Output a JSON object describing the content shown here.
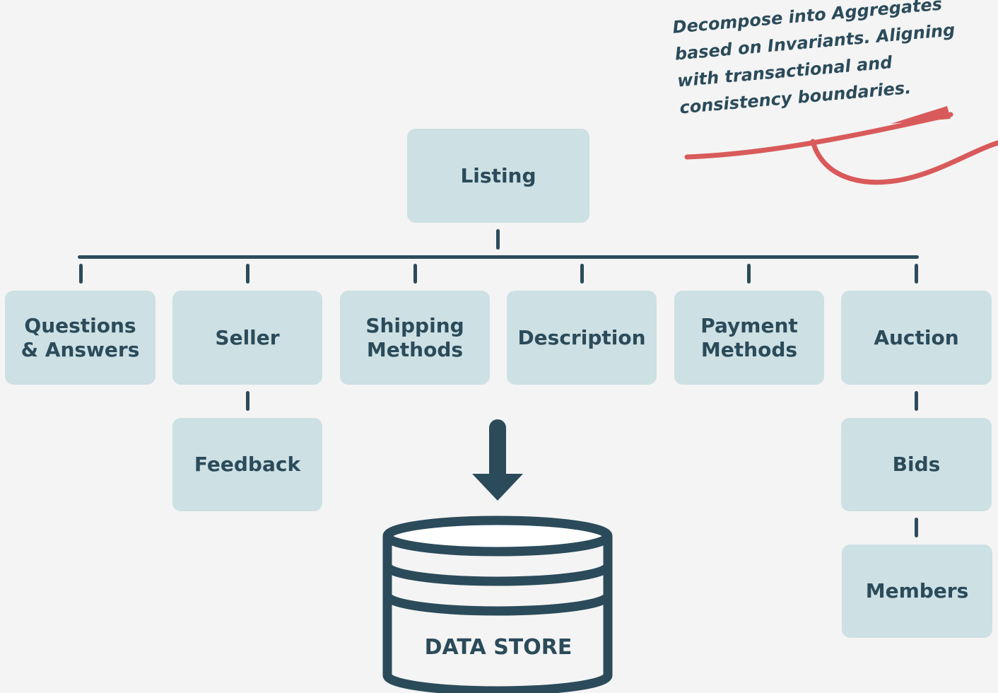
{
  "annotation": {
    "line1": "Decompose into Aggregates",
    "line2": "based on Invariants. Aligning",
    "line3": "with transactional and",
    "line4": "consistency boundaries."
  },
  "nodes": {
    "listing": "Listing",
    "qa_line1": "Questions",
    "qa_line2": "& Answers",
    "seller": "Seller",
    "shipping_line1": "Shipping",
    "shipping_line2": "Methods",
    "description": "Description",
    "payment_line1": "Payment",
    "payment_line2": "Methods",
    "auction": "Auction",
    "feedback": "Feedback",
    "bids": "Bids",
    "members": "Members"
  },
  "data_store": "DATA STORE",
  "colors": {
    "box": "#cde0e4",
    "line": "#2b4b5a",
    "accent": "#d95a5a",
    "background": "#f4f4f4"
  }
}
